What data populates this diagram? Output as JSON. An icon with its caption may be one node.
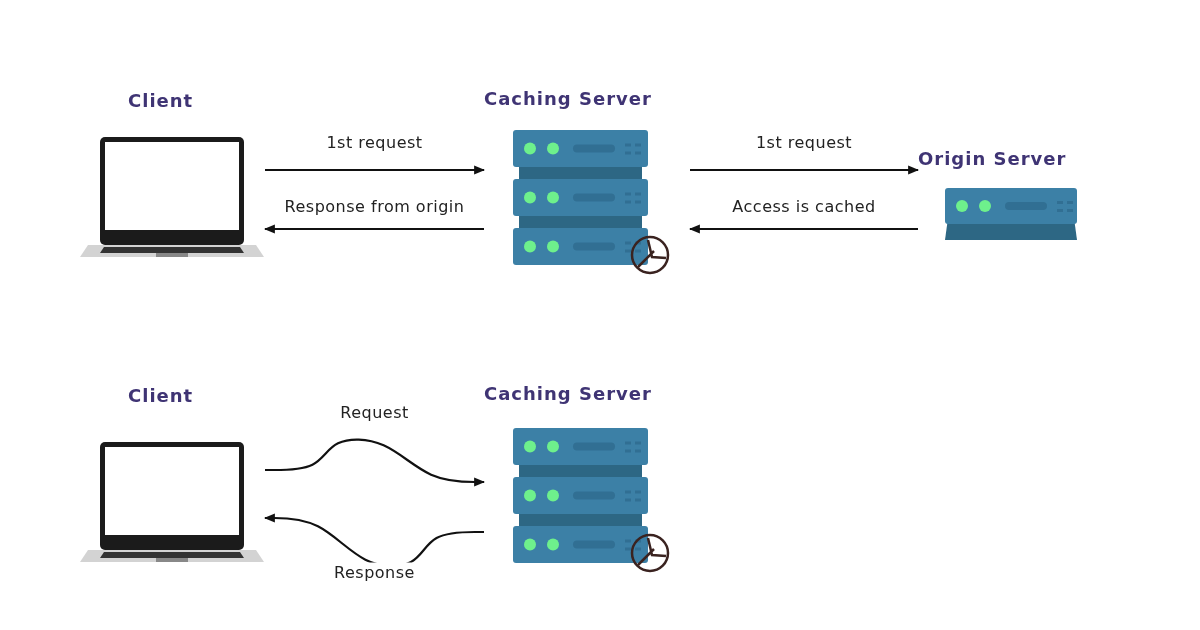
{
  "diagram": {
    "nodes": [
      {
        "text": [
          "Client"
        ]
      },
      {
        "text": [
          "Caching Server"
        ]
      },
      {
        "text": [
          "Origin Server"
        ]
      },
      {
        "text": [
          "Client"
        ]
      },
      {
        "text": [
          "Caching Server"
        ]
      }
    ],
    "edges": [
      {
        "from": 0,
        "to": 1,
        "arrow": "to",
        "label": "1st request"
      },
      {
        "from": 1,
        "to": 0,
        "arrow": "to",
        "label": "Response from origin"
      },
      {
        "from": 1,
        "to": 2,
        "arrow": "to",
        "label": "1st request"
      },
      {
        "from": 2,
        "to": 1,
        "arrow": "to",
        "label": "Access is cached"
      },
      {
        "from": 3,
        "to": 4,
        "arrow": "to",
        "label": "Request"
      },
      {
        "from": 4,
        "to": 3,
        "arrow": "to",
        "label": "Response"
      }
    ]
  }
}
